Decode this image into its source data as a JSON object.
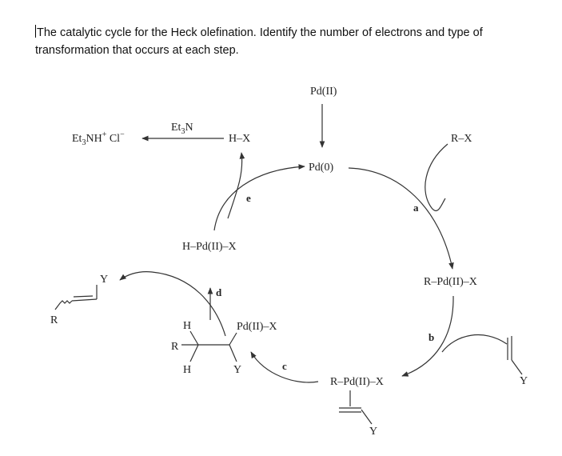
{
  "question": {
    "line1": "The catalytic cycle for the Heck olefination.  Identify the number of electrons and type of",
    "line2": "transformation that occurs at each step."
  },
  "species": {
    "pd2_top": "Pd(II)",
    "pd0": "Pd(0)",
    "rx": "R–X",
    "r_pd_x": "R–Pd(II)–X",
    "r_pd_x_complex": "R–Pd(II)–X",
    "alkyl_pd_x": "Pd(II)–X",
    "alkyl_y": "Y",
    "alkyl_r": "R",
    "alkyl_h_top": "H",
    "alkyl_h_bottom": "H",
    "h_pd_x": "H–Pd(II)–X",
    "hx": "H–X",
    "et3n": "Et",
    "et3n_sub": "3",
    "et3n_tail": "N",
    "salt_et": "Et",
    "salt_sub": "3",
    "salt_nh": "NH",
    "salt_plus": "+",
    "salt_cl": " Cl",
    "salt_minus": "−",
    "alkene_y": "Y",
    "complex_y": "Y",
    "product_y": "Y",
    "product_r": "R"
  },
  "step_labels": {
    "a": "a",
    "b": "b",
    "c": "c",
    "d": "d",
    "e": "e"
  }
}
